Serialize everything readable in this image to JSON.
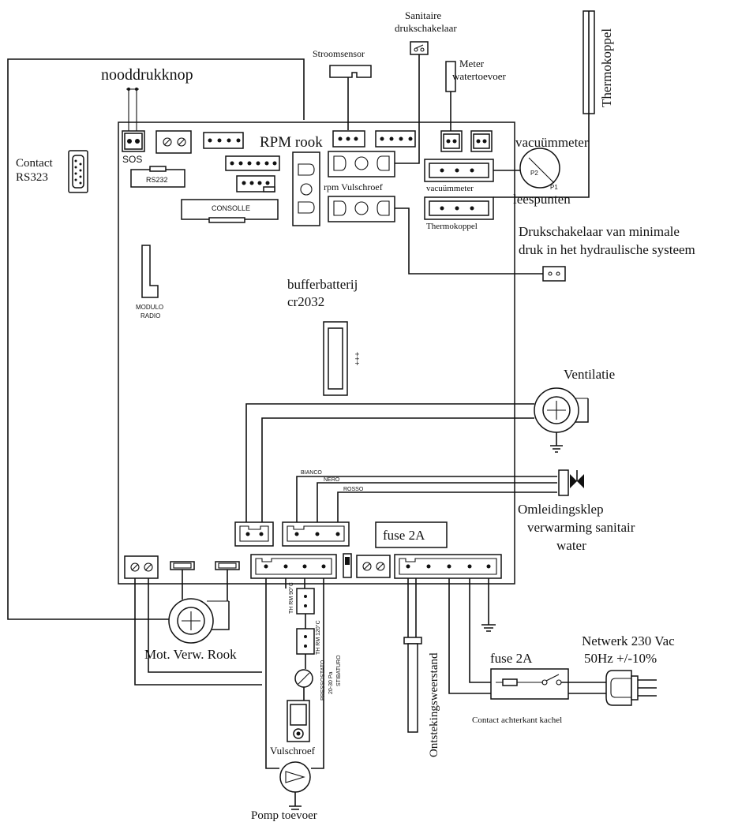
{
  "labels": {
    "nooddrukknop": "nooddrukknop",
    "contact": "Contact",
    "rs323": "RS323",
    "sos": "SOS",
    "rs232": "RS232",
    "consolle": "CONSOLLE",
    "modulo": "MODULO",
    "radio": "RADIO",
    "stroomsensor": "Stroomsensor",
    "rpm_rook": "RPM rook",
    "rpm_vulschroef": "rpm Vulschroef",
    "sanitaire": "Sanitaire",
    "drukschakelaar": "drukschakelaar",
    "meter": "Meter",
    "watertoevoer": "watertoevoer",
    "thermokoppel_sensor": "Thermokoppel",
    "vacuummeter_label": "vacuümmeter",
    "vacuummeter_conn": "vacuümmeter",
    "thermokoppel_conn": "Thermokoppel",
    "leespunten": "leespunten",
    "p1": "P1",
    "p2": "P2",
    "druk_line1": "Drukschakelaar van minimale",
    "druk_line2": "druk in het hydraulische systeem",
    "bufferbatterij": "bufferbatterij",
    "cr2032": "cr2032",
    "plus": "+++",
    "ventilatie": "Ventilatie",
    "bianco": "BIANCO",
    "nero": "NERO",
    "rosso": "ROSSO",
    "omleid1": "Omleidingsklep",
    "omleid2": "verwarming sanitair",
    "omleid3": "water",
    "fuse_board": "fuse 2A",
    "fuse_ext": "fuse 2A",
    "mot_verw_rook": "Mot. Verw. Rook",
    "th_rm": "TH RM 90°C",
    "th_100": "TH RM 120°C",
    "pressostato1": "PRESSOSTATO",
    "pressostato2": "20-30 Pa",
    "pressostato3": "STIBATURO",
    "vulschroef": "Vulschroef",
    "pomp_toevoer": "Pomp toevoer",
    "ontsteking": "Ontstekingsweerstand",
    "netwerk1": "Netwerk 230 Vac",
    "netwerk2": "50Hz +/-10%",
    "contact_achterkant": "Contact achterkant kachel"
  }
}
